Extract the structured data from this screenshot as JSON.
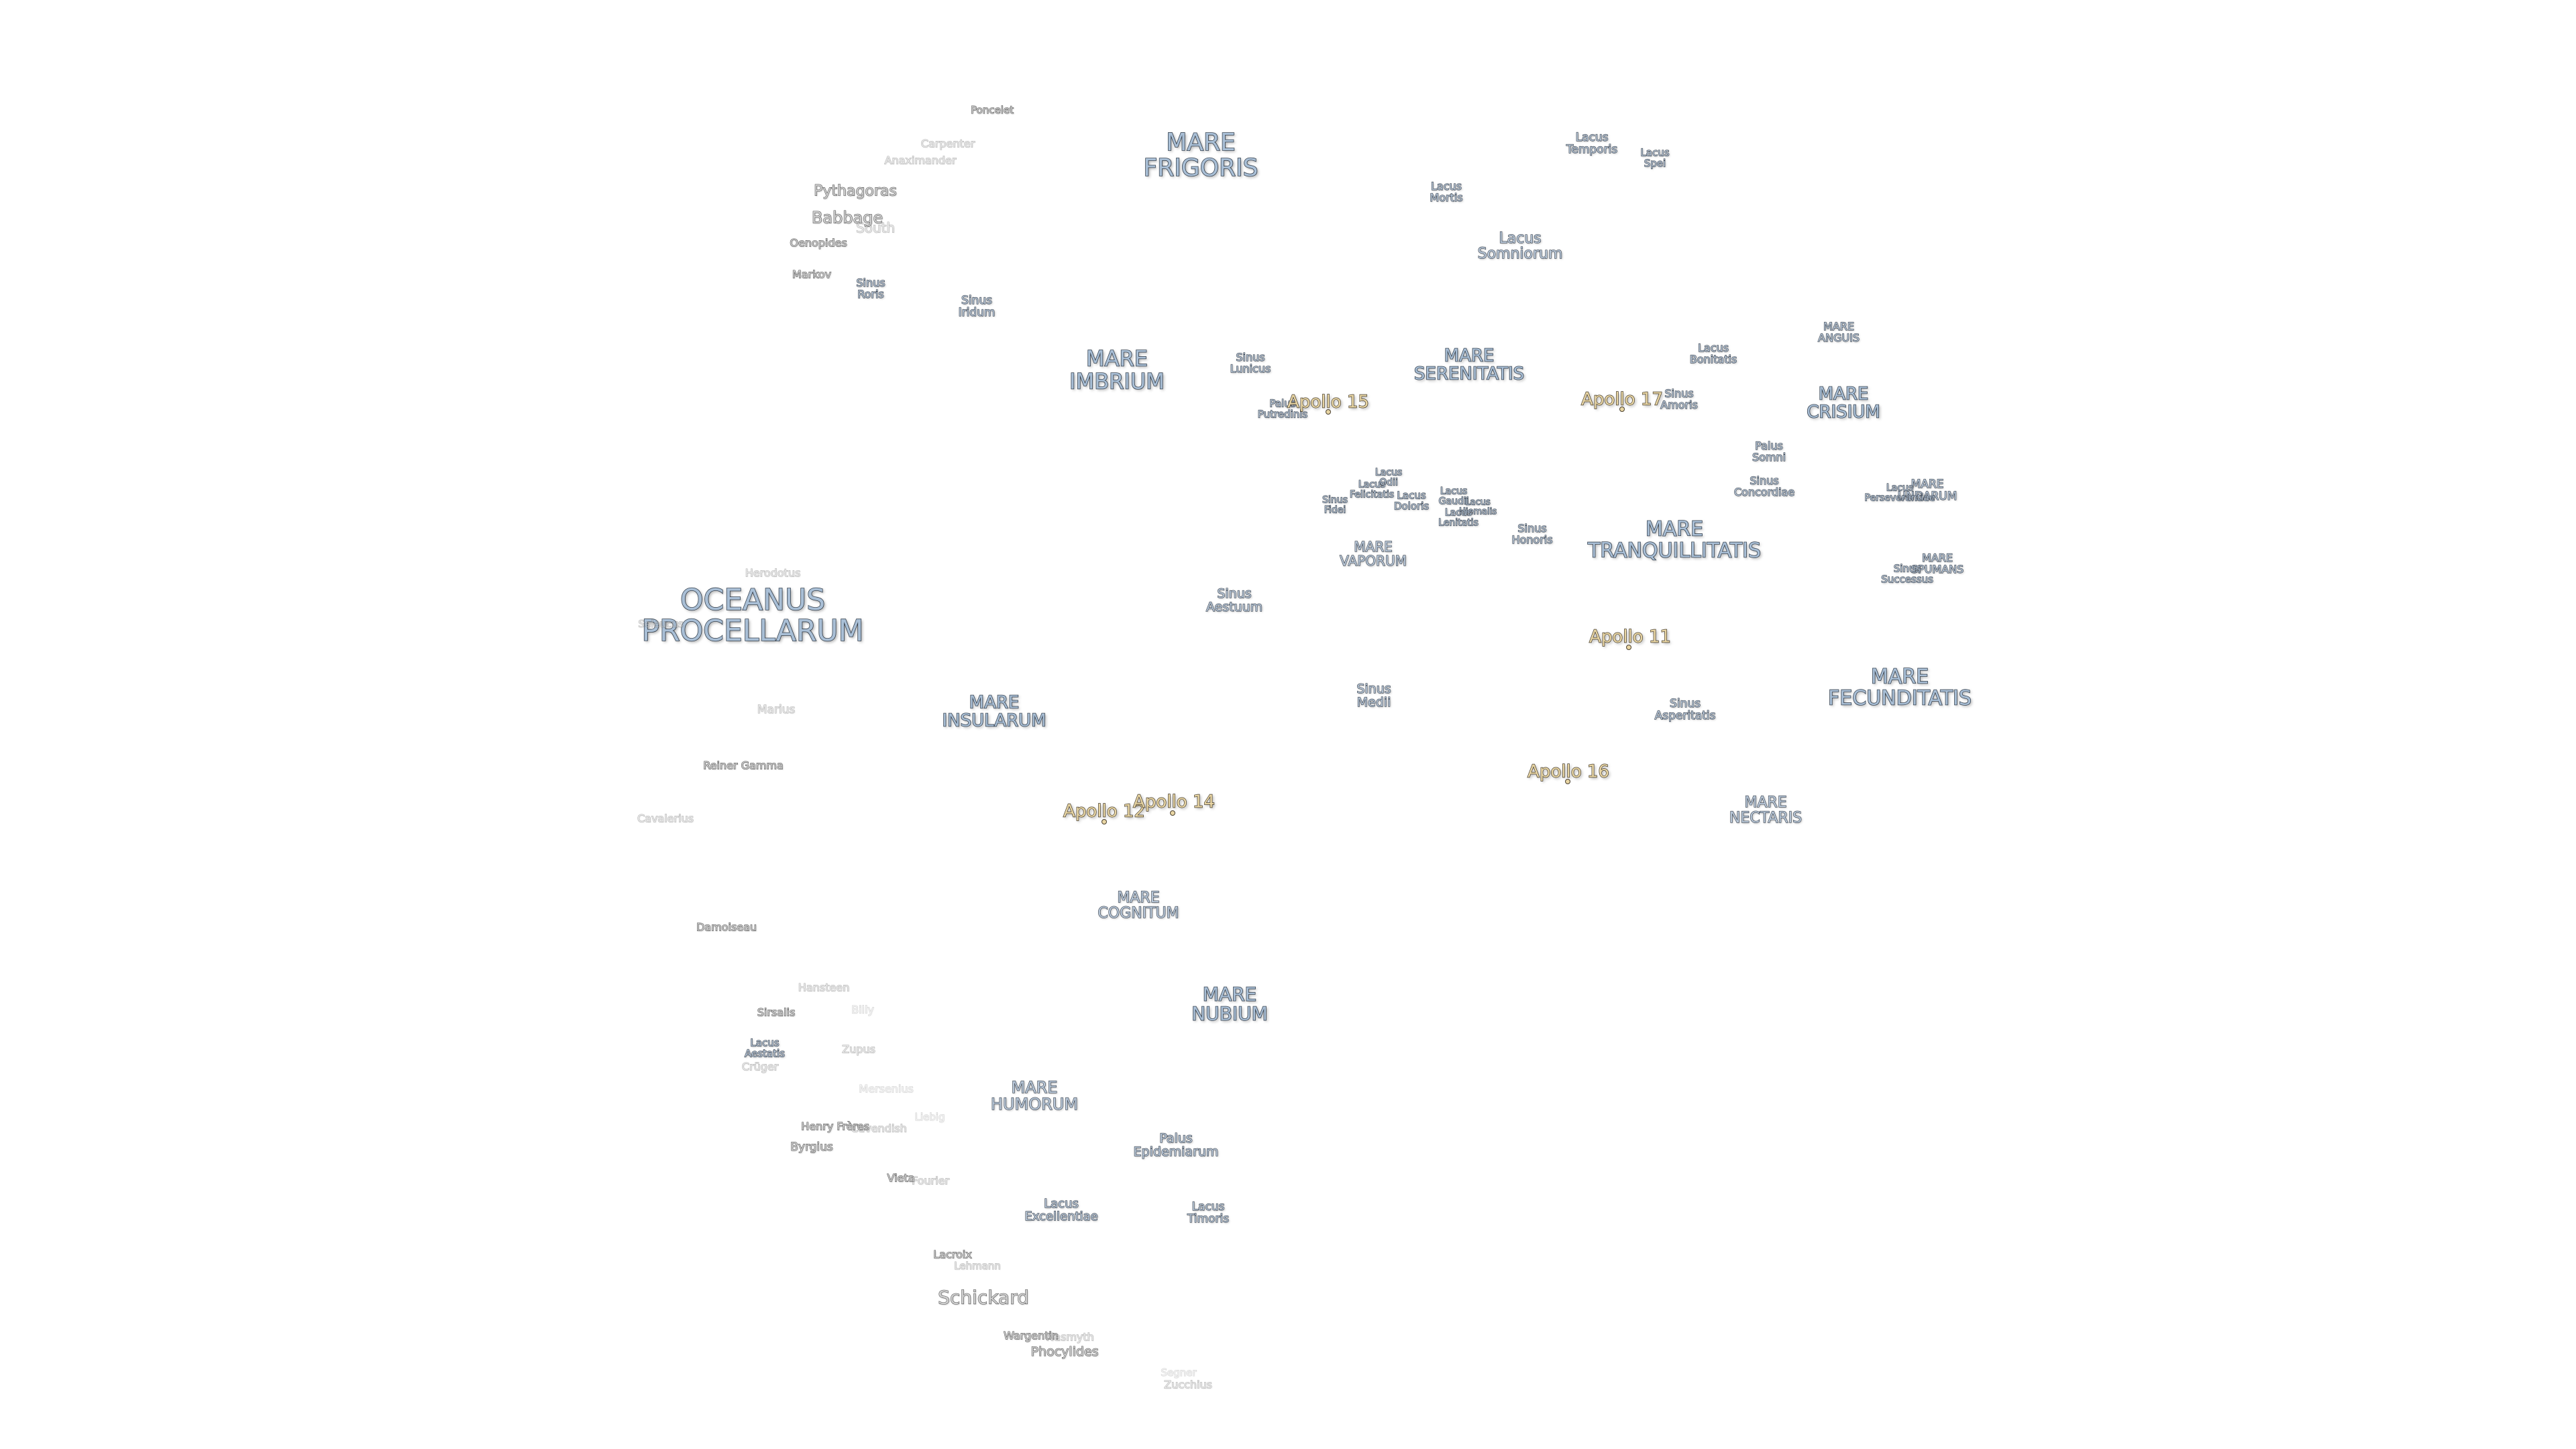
{
  "maria": {
    "frigoris": "MARE\nFRIGORIS",
    "imbrium": "MARE\nIMBRIUM",
    "serenitatis": "MARE\nSERENITATIS",
    "crisium": "MARE\nCRISIUM",
    "anguis": "MARE\nANGUIS",
    "undarum": "MARE\nUNDARUM",
    "spumans": "MARE\nSPUMANS",
    "tranquillitatis": "MARE\nTRANQUILLITATIS",
    "vaporum": "MARE\nVAPORUM",
    "procellarum": "OCEANUS\nPROCELLARUM",
    "insularum": "MARE\nINSULARUM",
    "fecunditatis": "MARE\nFECUNDITATIS",
    "nectaris": "MARE\nNECTARIS",
    "cognitum": "MARE\nCOGNITUM",
    "nubium": "MARE\nNUBIUM",
    "humorum": "MARE\nHUMORUM"
  },
  "minor_features": {
    "lacus_temporis": "Lacus\nTemporis",
    "lacus_spei": "Lacus\nSpei",
    "lacus_mortis": "Lacus\nMortis",
    "lacus_somniorum": "Lacus\nSomniorum",
    "sinus_roris": "Sinus\nRoris",
    "sinus_iridum": "Sinus\nIridum",
    "sinus_lunicus": "Sinus\nLunicus",
    "palus_putredinis": "Palus\nPutredinis",
    "lacus_bonitatis": "Lacus\nBonitatis",
    "sinus_amoris": "Sinus\nAmoris",
    "palus_somni": "Palus\nSomni",
    "sinus_concordiae": "Sinus\nConcordiae",
    "lacus_perseverantiae": "Lacus\nPerseverantiae",
    "sinus_successus": "Sinus\nSuccessus",
    "lacus_odii": "Lacus\nOdii",
    "lacus_felicitatis": "Lacus\nFelicitatis",
    "sinus_fidei": "Sinus\nFidei",
    "lacus_doloris": "Lacus\nDoloris",
    "lacus_gaudii": "Lacus\nGaudii",
    "lacus_hiemalis": "Lacus\nHiemalis",
    "lacus_lenitatis": "Lacus\nLenitatis",
    "sinus_honoris": "Sinus\nHonoris",
    "sinus_aestuum": "Sinus\nAestuum",
    "sinus_medii": "Sinus\nMedii",
    "sinus_asperitatis": "Sinus\nAsperitatis",
    "lacus_aestatis": "Lacus\nAestatis",
    "palus_epidemiarum": "Palus\nEpidemiarum",
    "lacus_excellentiae": "Lacus\nExcellentiae",
    "lacus_timoris": "Lacus\nTimoris"
  },
  "craters": {
    "poncelet": "Poncelet",
    "carpenter": "Carpenter",
    "anaximander": "Anaximander",
    "pythagoras": "Pythagoras",
    "babbage": "Babbage",
    "south": "South",
    "oenopides": "Oenopides",
    "markov": "Markov",
    "herodotus": "Herodotus",
    "seleucus": "Seleucus",
    "marius": "Marius",
    "reiner_gamma": "Reiner Gamma",
    "cavalerius": "Cavalerius",
    "damoiseau": "Damoiseau",
    "hansteen": "Hansteen",
    "sirsalis": "Sirsalis",
    "billy": "Billy",
    "zupus": "Zupus",
    "criiger": "Crüger",
    "mersenius": "Mersenius",
    "liebig": "Liebig",
    "henry_freres": "Henry Frères",
    "cavendish": "Cavendish",
    "byrgius": "Byrgius",
    "vieta": "Vieta",
    "fourier": "Fourier",
    "lacroix": "Lacroix",
    "lehmann": "Lehmann",
    "schickard": "Schickard",
    "wargentin": "Wargentin",
    "nasmyth": "Nasmyth",
    "phocylides": "Phocylides",
    "segner": "Segner",
    "zucchius": "Zucchius"
  },
  "apollo_sites": {
    "a11": "Apollo 11",
    "a12": "Apollo 12",
    "a14": "Apollo 14",
    "a15": "Apollo 15",
    "a16": "Apollo 16",
    "a17": "Apollo 17"
  },
  "colors": {
    "mare_fill": "#a9bfd6",
    "mare_outline": "#3f4b59",
    "apollo_fill": "#e9d6a4",
    "crater_fill": "#cfcfcf",
    "background": "#ffffff"
  }
}
